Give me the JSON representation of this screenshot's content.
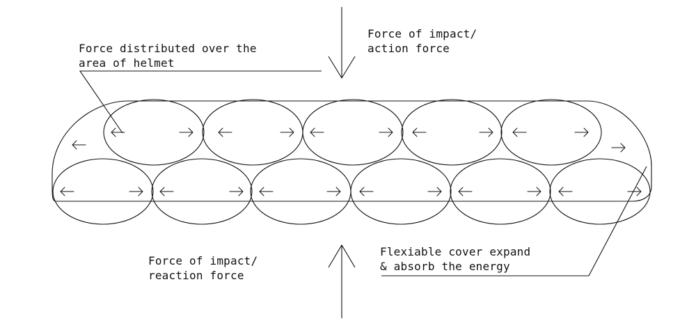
{
  "labels": {
    "top_left": [
      "Force distributed over the",
      "area of helmet"
    ],
    "top_right": [
      "Force of impact/",
      "action force"
    ],
    "bottom_left": [
      "Force of impact/",
      "reaction force"
    ],
    "bottom_right": [
      "Flexiable cover expand",
      "& absorb the energy"
    ]
  },
  "colors": {
    "ink": "#111111",
    "background": "#ffffff"
  }
}
